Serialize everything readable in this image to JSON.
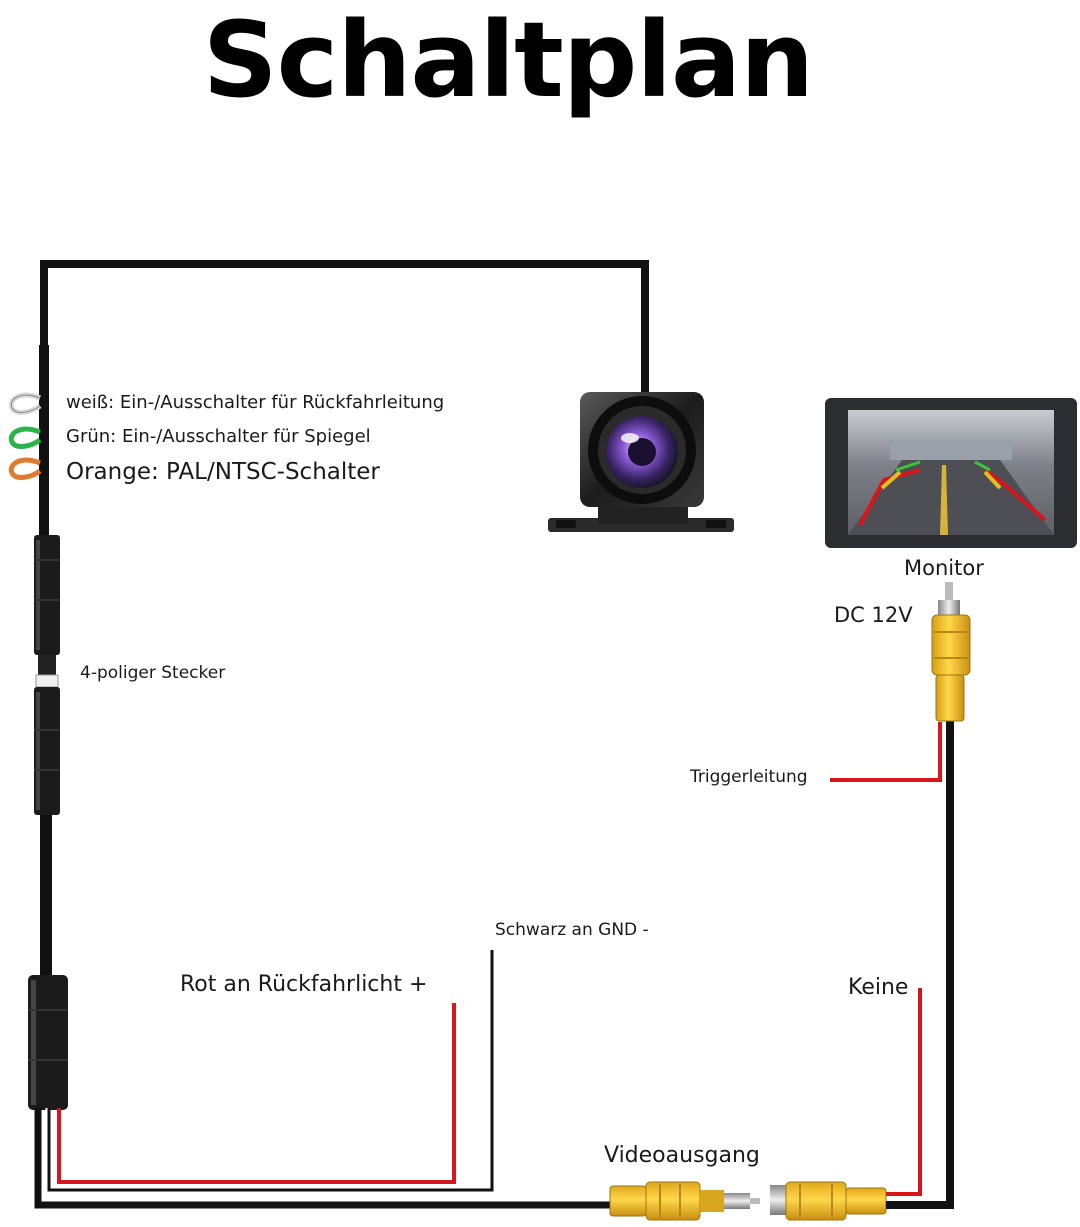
{
  "title": "Schaltplan",
  "labels": {
    "white": "weiß: Ein-/Ausschalter für Rückfahrleitung",
    "green": "Grün: Ein-/Ausschalter für Spiegel",
    "orange": "Orange: PAL/NTSC-Schalter",
    "connector": "4-poliger Stecker",
    "monitor": "Monitor",
    "dc": "DC 12V",
    "trigger": "Triggerleitung",
    "gnd": "Schwarz an GND -",
    "red_plus": "Rot an Rückfahrlicht +",
    "keine": "Keine",
    "video": "Videoausgang"
  },
  "colors": {
    "wire_black": "#111111",
    "wire_red": "#d8141c",
    "rca_yellow": "#f2c12e",
    "wire_white": "#e8e8e8",
    "wire_green": "#2db34a",
    "wire_orange": "#e07a30"
  },
  "icons": {
    "camera": "camera-icon",
    "monitor": "monitor-icon"
  }
}
